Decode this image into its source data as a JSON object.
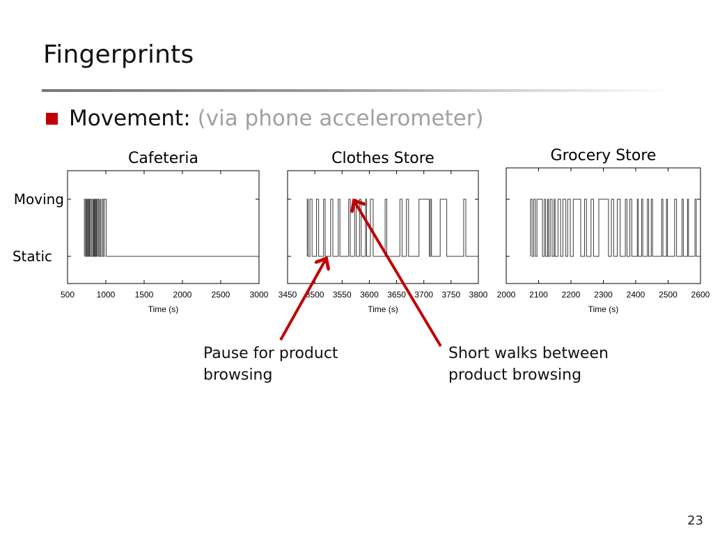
{
  "slide": {
    "title": "Fingerprints",
    "bullet_main": "Movement:",
    "bullet_sub": "(via phone accelerometer)",
    "page_number": "23"
  },
  "annotations": [
    {
      "text": "Pause for product\nbrowsing"
    },
    {
      "text": "Short walks between\nproduct browsing"
    }
  ],
  "colors": {
    "accent": "#c00000",
    "arrow": "#c00000",
    "title_rule": "#8c8c8c"
  },
  "chart_data": [
    {
      "type": "line",
      "step": true,
      "title": "Cafeteria",
      "xlabel": "Time (s)",
      "ylabel": "",
      "xlim": [
        500,
        3000
      ],
      "xticks": [
        500,
        1000,
        1500,
        2000,
        2500,
        3000
      ],
      "ytick_labels": [
        "Static",
        "Moving"
      ],
      "grid": false,
      "moving_intervals": [
        [
          720,
          735
        ],
        [
          745,
          750
        ],
        [
          760,
          772
        ],
        [
          780,
          788
        ],
        [
          800,
          815
        ],
        [
          830,
          840
        ],
        [
          850,
          860
        ],
        [
          870,
          880
        ],
        [
          890,
          905
        ],
        [
          920,
          930
        ],
        [
          950,
          965
        ],
        [
          980,
          1005
        ]
      ],
      "series": [
        {
          "values_desc": "1 = Moving, 0 = Static"
        }
      ]
    },
    {
      "type": "line",
      "step": true,
      "title": "Clothes Store",
      "xlabel": "Time (s)",
      "ylabel": "",
      "xlim": [
        3450,
        3800
      ],
      "xticks": [
        3450,
        3500,
        3550,
        3600,
        3650,
        3700,
        3750,
        3800
      ],
      "ytick_labels": [
        "Static",
        "Moving"
      ],
      "grid": false,
      "moving_intervals": [
        [
          3486,
          3488
        ],
        [
          3491,
          3495
        ],
        [
          3503,
          3507
        ],
        [
          3516,
          3519
        ],
        [
          3529,
          3533
        ],
        [
          3543,
          3546
        ],
        [
          3562,
          3565
        ],
        [
          3573,
          3576
        ],
        [
          3582,
          3585
        ],
        [
          3593,
          3595
        ],
        [
          3602,
          3607
        ],
        [
          3629,
          3632
        ],
        [
          3656,
          3660
        ],
        [
          3668,
          3672
        ],
        [
          3691,
          3710
        ],
        [
          3712,
          3714
        ],
        [
          3730,
          3742
        ],
        [
          3773,
          3777
        ]
      ],
      "series": [
        {
          "values_desc": "1 = Moving, 0 = Static"
        }
      ]
    },
    {
      "type": "line",
      "step": true,
      "title": "Grocery Store",
      "xlabel": "Time (s)",
      "ylabel": "",
      "xlim": [
        2000,
        2600
      ],
      "xticks": [
        2000,
        2100,
        2200,
        2300,
        2400,
        2500,
        2600
      ],
      "ytick_labels": [
        "Static",
        "Moving"
      ],
      "grid": false,
      "moving_intervals": [
        [
          2075,
          2080
        ],
        [
          2085,
          2090
        ],
        [
          2095,
          2112
        ],
        [
          2118,
          2122
        ],
        [
          2128,
          2131
        ],
        [
          2136,
          2142
        ],
        [
          2148,
          2151
        ],
        [
          2160,
          2168
        ],
        [
          2175,
          2184
        ],
        [
          2190,
          2198
        ],
        [
          2207,
          2230
        ],
        [
          2242,
          2248
        ],
        [
          2262,
          2270
        ],
        [
          2286,
          2316
        ],
        [
          2325,
          2332
        ],
        [
          2343,
          2352
        ],
        [
          2368,
          2373
        ],
        [
          2382,
          2388
        ],
        [
          2405,
          2408
        ],
        [
          2418,
          2422
        ],
        [
          2436,
          2440
        ],
        [
          2448,
          2452
        ],
        [
          2480,
          2484
        ],
        [
          2495,
          2498
        ],
        [
          2520,
          2526
        ],
        [
          2543,
          2547
        ],
        [
          2560,
          2563
        ],
        [
          2583,
          2587
        ]
      ],
      "series": [
        {
          "values_desc": "1 = Moving, 0 = Static"
        }
      ]
    }
  ]
}
